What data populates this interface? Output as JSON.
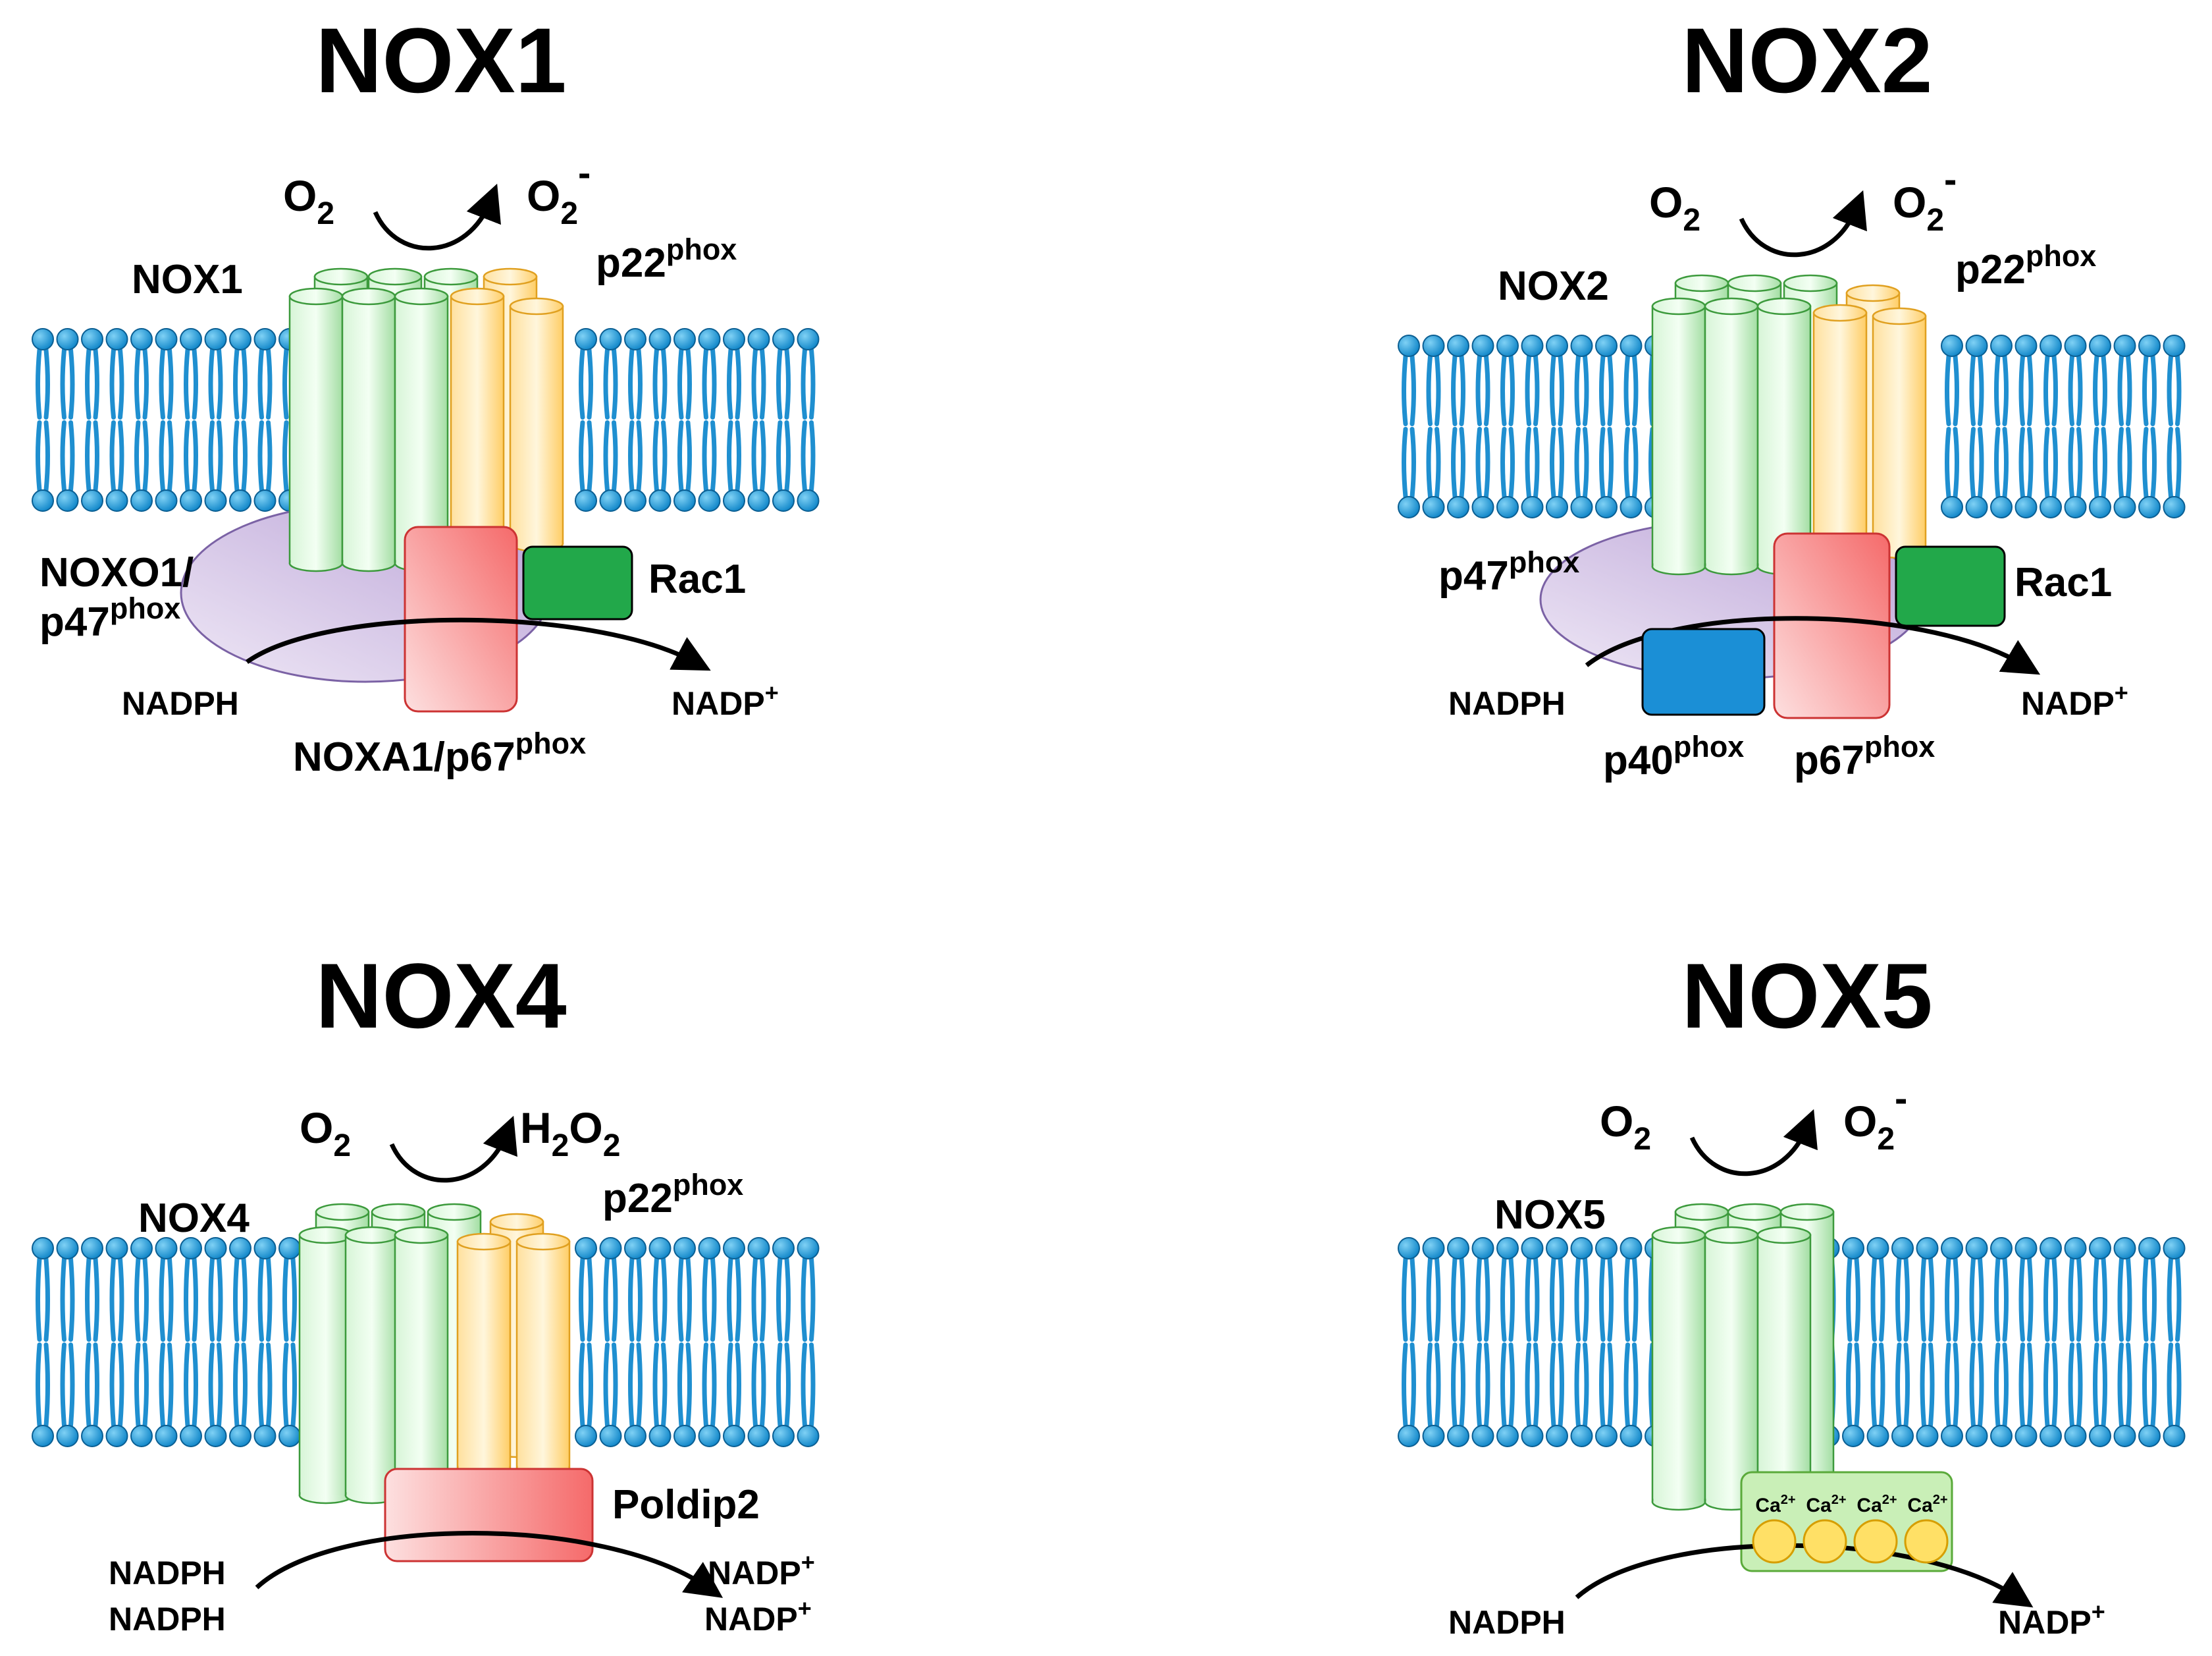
{
  "panels": [
    {
      "title": "NOX1",
      "substrate": "O",
      "substrate_sub": "2",
      "product_parts": [
        [
          "O",
          ""
        ],
        [
          "2",
          "sub"
        ]
      ],
      "product_sup": "-",
      "labels": [
        {
          "name": "nox-label",
          "text": "NOX1"
        },
        {
          "name": "p22-label",
          "text": "p22",
          "sup": "phox"
        },
        {
          "name": "noxo1-label",
          "text": "NOXO1/"
        },
        {
          "name": "p47-label",
          "text": "p47",
          "sup": "phox"
        },
        {
          "name": "rac1-label",
          "text": "Rac1"
        },
        {
          "name": "nadph-label",
          "text": "NADPH"
        },
        {
          "name": "nadp-label",
          "text": "NADP",
          "sup": "+"
        },
        {
          "name": "noxa1-label",
          "text": "NOXA1/p67",
          "sup": "phox"
        }
      ]
    },
    {
      "title": "NOX2",
      "substrate": "O",
      "substrate_sub": "2",
      "product_parts": [
        [
          "O",
          ""
        ],
        [
          "2",
          "sub"
        ]
      ],
      "product_sup": "-",
      "labels": [
        {
          "name": "nox-label",
          "text": "NOX2"
        },
        {
          "name": "p22-label",
          "text": "p22",
          "sup": "phox"
        },
        {
          "name": "p47-label",
          "text": "p47",
          "sup": "phox"
        },
        {
          "name": "rac1-label",
          "text": "Rac1"
        },
        {
          "name": "nadph-label",
          "text": "NADPH"
        },
        {
          "name": "nadp-label",
          "text": "NADP",
          "sup": "+"
        },
        {
          "name": "p40-label",
          "text": "p40",
          "sup": "phox"
        },
        {
          "name": "p67-label",
          "text": "p67",
          "sup": "phox"
        }
      ]
    },
    {
      "title": "NOX4",
      "substrate": "O",
      "substrate_sub": "2",
      "product_parts": [
        [
          "H",
          ""
        ],
        [
          "2",
          "sub"
        ],
        [
          "O",
          ""
        ],
        [
          "2",
          "sub"
        ]
      ],
      "product_sup": "",
      "labels": [
        {
          "name": "nox-label",
          "text": "NOX4"
        },
        {
          "name": "p22-label",
          "text": "p22",
          "sup": "phox"
        },
        {
          "name": "poldip2-label",
          "text": "Poldip2"
        },
        {
          "name": "nadph-label",
          "text": "NADPH"
        },
        {
          "name": "nadph-label-2",
          "text": "NADPH"
        },
        {
          "name": "nadp-label",
          "text": "NADP",
          "sup": "+"
        },
        {
          "name": "nadp-label-2",
          "text": "NADP",
          "sup": "+"
        }
      ]
    },
    {
      "title": "NOX5",
      "substrate": "O",
      "substrate_sub": "2",
      "product_parts": [
        [
          "O",
          ""
        ],
        [
          "2",
          "sub"
        ]
      ],
      "product_sup": "-",
      "calcium": [
        "Ca",
        "Ca",
        "Ca",
        "Ca"
      ],
      "calcium_sup": "2+",
      "labels": [
        {
          "name": "nox-label",
          "text": "NOX5"
        },
        {
          "name": "nadph-label",
          "text": "NADPH"
        },
        {
          "name": "nadp-label",
          "text": "NADP",
          "sup": "+"
        }
      ]
    }
  ],
  "colors": {
    "lipid_head": "#1a9bdc",
    "lipid_tail": "#1f8fd0",
    "nox_cylinder": "#b8e8b8",
    "p22_cylinder": "#ffd780",
    "ellipse": "#d7c6e8",
    "pink_box": "#f6a7a7",
    "rac1": "#22a84a",
    "p40": "#1b8fd6",
    "calcium_box": "#c9efb7",
    "calcium_ion": "#ffe066"
  }
}
